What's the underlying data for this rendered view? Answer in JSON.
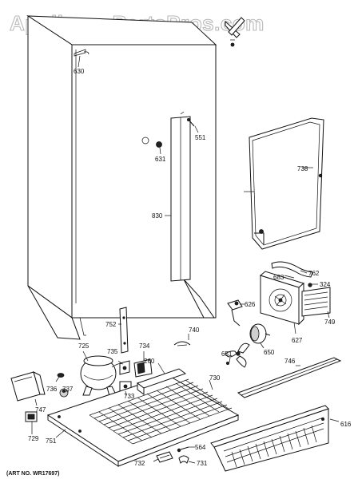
{
  "watermark": "AppliancePartsPros.com",
  "art_number": "(ART NO. WR17697)",
  "labels": {
    "l630": "630",
    "l551": "551",
    "l631": "631",
    "l738": "738",
    "l830": "830",
    "l762": "762",
    "l683": "683",
    "l324": "324",
    "l626": "626",
    "l749": "749",
    "l752": "752",
    "l740": "740",
    "l627": "627",
    "l650": "650",
    "l725": "725",
    "l735": "735",
    "l734": "734",
    "l651": "651",
    "l746": "746",
    "l260": "260",
    "l730": "730",
    "l733": "733",
    "l736": "736",
    "l737": "737",
    "l747": "747",
    "l729": "729",
    "l751": "751",
    "l616": "616",
    "l564": "564",
    "l732": "732",
    "l731": "731"
  },
  "colors": {
    "line": "#111111",
    "watermark_outline": "#b9b9b9",
    "background": "#ffffff"
  }
}
